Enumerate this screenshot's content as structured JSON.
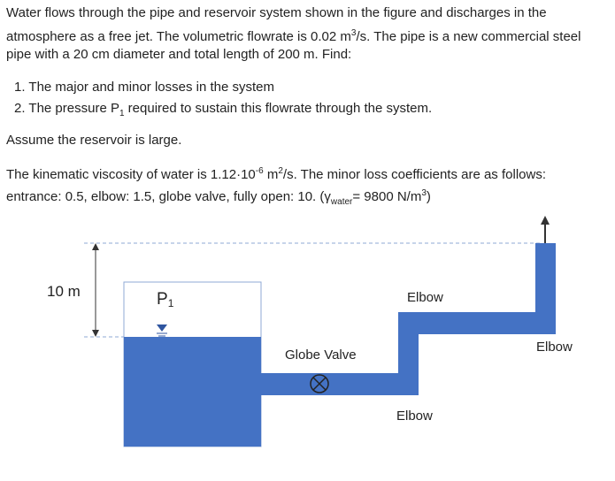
{
  "problem": {
    "line1": "Water flows through the pipe and reservoir system shown in the figure and discharges in the",
    "line2a": "atmosphere as a free jet. The volumetric flowrate is 0.02 m",
    "line2sup": "3",
    "line2b": "/s. The pipe is a new commercial steel",
    "line3": "pipe with a 20 cm diameter and total length of 200 m.  Find:",
    "item1": "1. The major and minor losses in the system",
    "item2a": "2. The pressure P",
    "item2sub": "1",
    "item2b": " required to sustain this flowrate through the system.",
    "assume": "Assume the reservoir is large.",
    "visc_a": "The kinematic viscosity of water is 1.12·10",
    "visc_sup1": "-6",
    "visc_b": " m",
    "visc_sup2": "2",
    "visc_c": "/s. The minor loss coefficients are as follows:",
    "coef_a": "entrance: 0.5, elbow: 1.5, globe valve, fully open: 10.  (γ",
    "coef_sub": "water",
    "coef_b": "= 9800 N/m",
    "coef_sup": "3",
    "coef_c": ")"
  },
  "figure": {
    "height_label": "10 m",
    "pressure_label": "P",
    "pressure_sub": "1",
    "valve_label": "Globe Valve",
    "elbow_top": "Elbow",
    "elbow_right": "Elbow",
    "elbow_bottom": "Elbow",
    "water_color": "#4472c4",
    "outline_color": "#8fa9d6"
  }
}
